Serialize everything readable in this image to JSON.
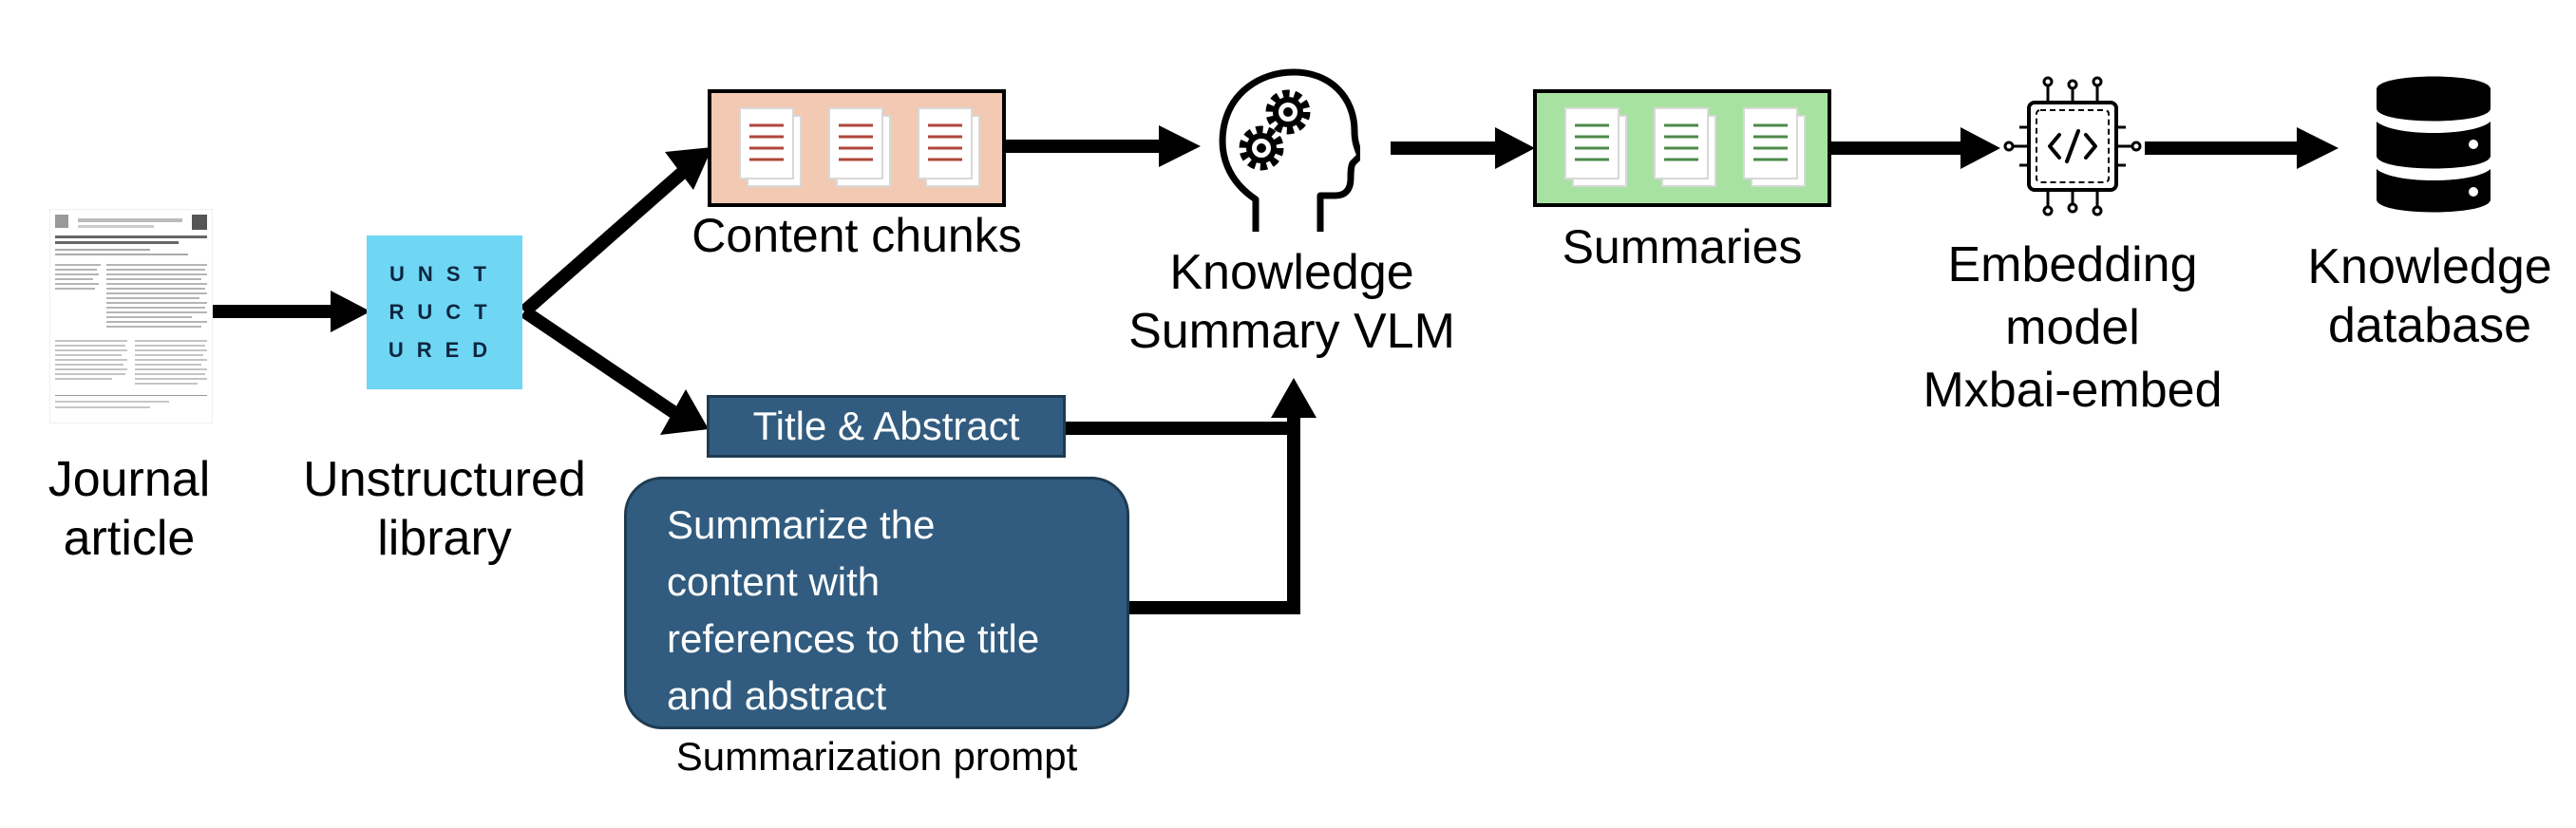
{
  "journal": {
    "label_line1": "Journal",
    "label_line2": "article"
  },
  "library": {
    "logo_line1": "UNST",
    "logo_line2": "RUCT",
    "logo_line3": "URED",
    "label_line1": "Unstructured",
    "label_line2": "library"
  },
  "chunks": {
    "label": "Content chunks",
    "color": "#f2c9b3",
    "line_color": "#b0463a"
  },
  "title_abstract": {
    "label": "Title & Abstract",
    "color": "#315c7f"
  },
  "prompt": {
    "lines": [
      "Summarize the",
      "content with",
      "references to the title",
      "and abstract"
    ],
    "caption": "Summarization prompt"
  },
  "vlm": {
    "label_line1": "Knowledge",
    "label_line2": "Summary VLM",
    "icon": "head-gears-icon"
  },
  "summaries": {
    "label": "Summaries",
    "color": "#a8e2a2",
    "line_color": "#4d8a4a"
  },
  "embedding": {
    "label_line1": "Embedding",
    "label_line2": "model",
    "label_line3": "Mxbai-embed",
    "icon": "chip-code-icon"
  },
  "database": {
    "label_line1": "Knowledge",
    "label_line2": "database",
    "icon": "database-icon"
  }
}
